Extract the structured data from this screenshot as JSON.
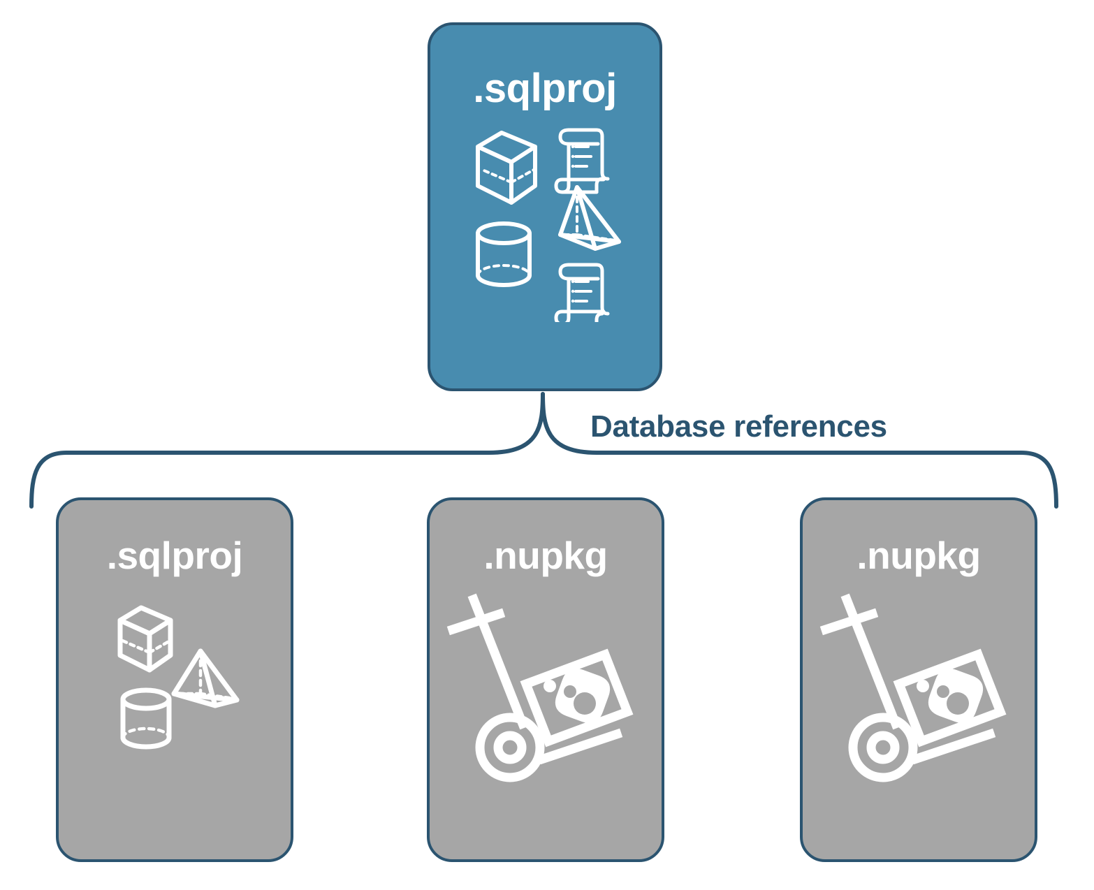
{
  "diagram": {
    "title_text": "Database references",
    "colors": {
      "primary_card": "#488CAF",
      "secondary_card": "#A6A6A6",
      "stroke": "#2B5470",
      "icon": "#FFFFFF",
      "background": "#FFFFFF"
    }
  },
  "nodes": {
    "root": {
      "label": ".sqlproj",
      "kind": "sql-database-project",
      "fill": "#488CAF",
      "icons": [
        "cube-icon",
        "scroll-icon",
        "pyramid-icon",
        "cylinder-icon",
        "scroll-icon"
      ]
    },
    "children": [
      {
        "label": ".sqlproj",
        "kind": "sql-database-project",
        "fill": "#A6A6A6",
        "icons": [
          "cube-icon",
          "pyramid-icon",
          "cylinder-icon"
        ]
      },
      {
        "label": ".nupkg",
        "kind": "nuget-package",
        "fill": "#A6A6A6",
        "icons": [
          "hand-truck-package-icon"
        ]
      },
      {
        "label": ".nupkg",
        "kind": "nuget-package",
        "fill": "#A6A6A6",
        "icons": [
          "hand-truck-package-icon"
        ]
      }
    ]
  },
  "connector": {
    "type": "curly-brace",
    "label": "Database references",
    "orientation": "horizontal-down"
  }
}
